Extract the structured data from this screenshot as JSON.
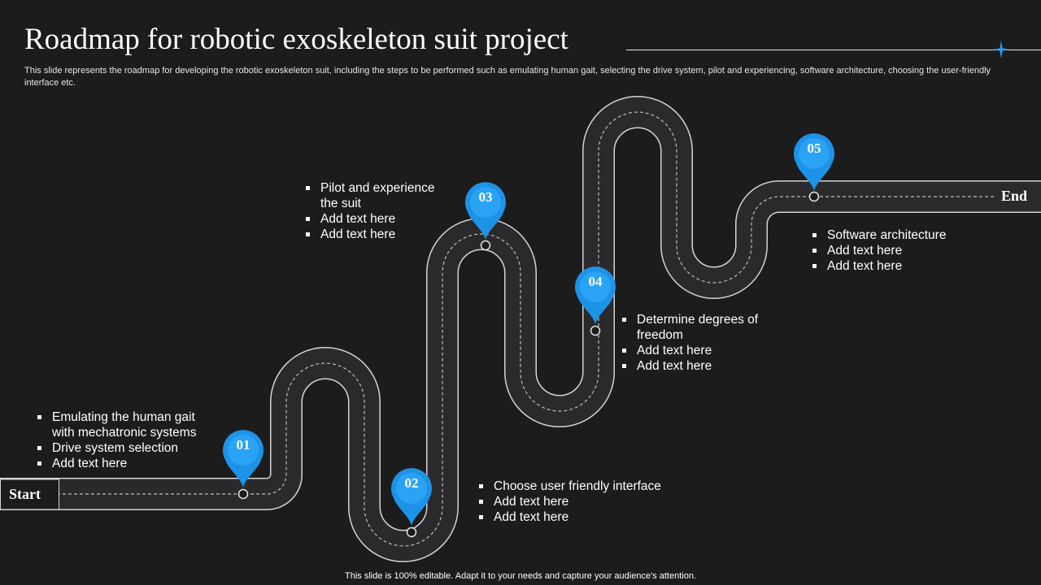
{
  "slide": {
    "title": "Roadmap for robotic exoskeleton suit project",
    "subtitle": "This slide represents the roadmap for developing the robotic exoskeleton suit, including the steps to be performed such as emulating human gait, selecting the drive system, pilot and experiencing, software architecture, choosing the user-friendly interface etc.",
    "footer": "This slide is 100% editable. Adapt it to your needs and capture your audience's attention."
  },
  "road": {
    "start_label": "Start",
    "end_label": "End"
  },
  "colors": {
    "background": "#1c1c1d",
    "road": "#2a2a2c",
    "pin": "#1d93e8",
    "text": "#ffffff"
  },
  "milestones": [
    {
      "number": "01",
      "items": [
        "Emulating the human gait with mechatronic systems",
        "Drive system selection",
        "Add text here"
      ]
    },
    {
      "number": "02",
      "items": [
        "Choose user friendly interface",
        "Add text here",
        "Add text here"
      ]
    },
    {
      "number": "03",
      "items": [
        "Pilot and experience the suit",
        "Add text here",
        "Add text here"
      ]
    },
    {
      "number": "04",
      "items": [
        "Determine degrees of freedom",
        "Add text here",
        "Add text here"
      ]
    },
    {
      "number": "05",
      "items": [
        "Software architecture",
        "Add text here",
        "Add text here"
      ]
    }
  ]
}
